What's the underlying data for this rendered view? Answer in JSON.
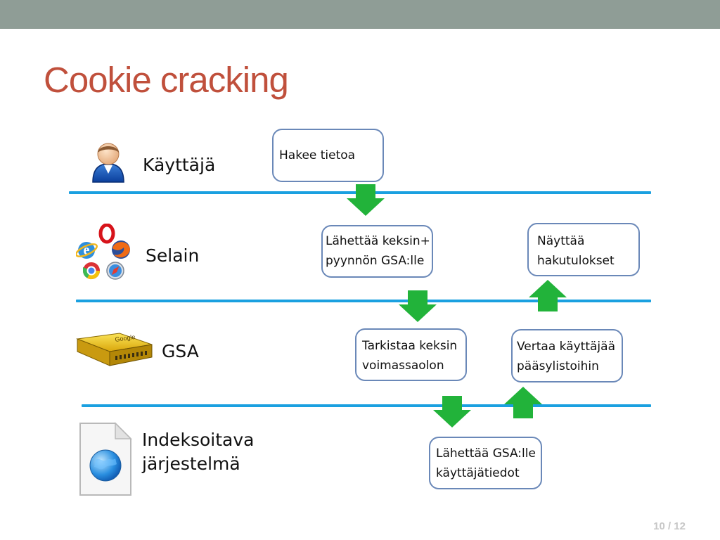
{
  "slide": {
    "title": "Cookie cracking",
    "page_number": "10 / 12"
  },
  "lanes": [
    {
      "label": "Käyttäjä",
      "icon": "user-icon"
    },
    {
      "label": "Selain",
      "icon": "browsers-icon"
    },
    {
      "label": "GSA",
      "icon": "gsa-appliance-icon"
    },
    {
      "label": "Indeksoitava\njärjestelmä",
      "icon": "web-document-icon"
    }
  ],
  "boxes": {
    "hakee": "Hakee tietoa",
    "lahettaa_keksin": "Lähettää keksin+\npyynnön GSA:lle",
    "nayttaa": "Näyttää\nhakutulokset",
    "tarkistaa": "Tarkistaa keksin\nvoimassaolon",
    "vertaa": "Vertaa käyttäjää\npääsylistoihin",
    "lahettaa_gsa": "Lähettää GSA:lle\nkäyttäjätiedot"
  },
  "colors": {
    "topbar": "#8f9d96",
    "title": "#c0503c",
    "lane_line": "#1aa0e0",
    "box_border": "#6a88b8",
    "arrow": "#22b33a",
    "page_number": "#c7c7c7"
  }
}
